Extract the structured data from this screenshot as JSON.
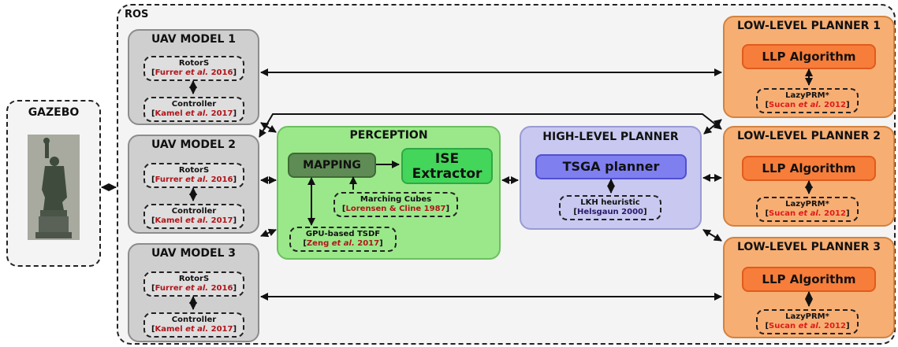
{
  "ros": {
    "label": "ROS"
  },
  "gazebo": {
    "label": "GAZEBO"
  },
  "uav": [
    {
      "title": "UAV MODEL 1",
      "rotors": "RotorS",
      "rotors_cite_open": "[",
      "rotors_cite_author": "Furrer ",
      "rotors_cite_etal": "et al.",
      "rotors_cite_year": " 2016",
      "rotors_cite_close": "]",
      "controller": "Controller",
      "controller_cite_open": "[",
      "controller_cite_author": "Kamel ",
      "controller_cite_etal": "et al.",
      "controller_cite_year": " 2017",
      "controller_cite_close": "]"
    },
    {
      "title": "UAV MODEL 2",
      "rotors": "RotorS",
      "rotors_cite_open": "[",
      "rotors_cite_author": "Furrer ",
      "rotors_cite_etal": "et al.",
      "rotors_cite_year": " 2016",
      "rotors_cite_close": "]",
      "controller": "Controller",
      "controller_cite_open": "[",
      "controller_cite_author": "Kamel ",
      "controller_cite_etal": "et al.",
      "controller_cite_year": " 2017",
      "controller_cite_close": "]"
    },
    {
      "title": "UAV MODEL 3",
      "rotors": "RotorS",
      "rotors_cite_open": "[",
      "rotors_cite_author": "Furrer ",
      "rotors_cite_etal": "et al.",
      "rotors_cite_year": " 2016",
      "rotors_cite_close": "]",
      "controller": "Controller",
      "controller_cite_open": "[",
      "controller_cite_author": "Kamel ",
      "controller_cite_etal": "et al.",
      "controller_cite_year": " 2017",
      "controller_cite_close": "]"
    }
  ],
  "perception": {
    "title": "PERCEPTION",
    "mapping": "MAPPING",
    "ise_line1": "ISE",
    "ise_line2": "Extractor",
    "marching": "Marching Cubes",
    "marching_cite_open": "[",
    "marching_cite_text": "Lorensen & Cline 1987",
    "marching_cite_close": "]",
    "tsdf": "GPU-based TSDF",
    "tsdf_cite_open": "[",
    "tsdf_cite_author": "Zeng ",
    "tsdf_cite_etal": "et al.",
    "tsdf_cite_year": " 2017",
    "tsdf_cite_close": "]"
  },
  "hlp": {
    "title": "HIGH-LEVEL PLANNER",
    "tsga": "TSGA planner",
    "lkh": "LKH heuristic",
    "lkh_cite_open": "[",
    "lkh_cite_text": "Helsgaun 2000",
    "lkh_cite_close": "]"
  },
  "llp": [
    {
      "title": "LOW-LEVEL PLANNER 1",
      "alg": "LLP Algorithm",
      "lazy": "LazyPRM*",
      "cite_open": "[",
      "cite_author": "Sucan ",
      "cite_etal": "et al.",
      "cite_year": " 2012",
      "cite_close": "]"
    },
    {
      "title": "LOW-LEVEL PLANNER 2",
      "alg": "LLP Algorithm",
      "lazy": "LazyPRM*",
      "cite_open": "[",
      "cite_author": "Sucan ",
      "cite_etal": "et al.",
      "cite_year": " 2012",
      "cite_close": "]"
    },
    {
      "title": "LOW-LEVEL PLANNER 3",
      "alg": "LLP Algorithm",
      "lazy": "LazyPRM*",
      "cite_open": "[",
      "cite_author": "Sucan ",
      "cite_etal": "et al.",
      "cite_year": " 2012",
      "cite_close": "]"
    }
  ],
  "colors": {
    "uav_fill": "#cfcfcf",
    "llp_fill": "#f7ae73",
    "llp_alg": "#f77d3a",
    "perception_fill": "#9be88a",
    "hlp_fill": "#c8c8f0",
    "tsga_fill": "#7f7ff0",
    "citation_red": "#b0151a"
  }
}
